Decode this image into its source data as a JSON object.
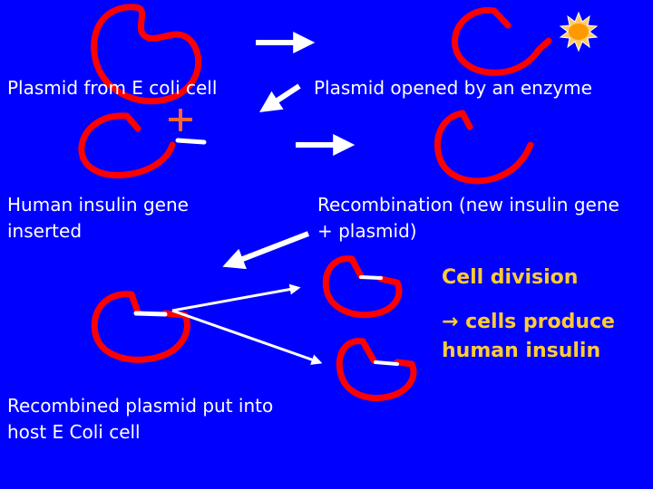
{
  "labels": {
    "plasmid_from_ecoli": "Plasmid from E coli cell",
    "plasmid_opened": "Plasmid opened by an enzyme",
    "insulin_gene_line1": "Human insulin gene",
    "insulin_gene_line2": "inserted",
    "recombination_line1": "Recombination (new insulin gene",
    "recombination_line2": "+ plasmid)",
    "recombined_line1": "Recombined plasmid put into",
    "recombined_line2": "host E Coli cell",
    "cell_division": "Cell division",
    "produce_arrow": "→",
    "produce_line1": " cells produce",
    "produce_line2": "human insulin"
  },
  "colors": {
    "background": "#0000ff",
    "plasmid": "#ff0000",
    "arrow": "#ffffff",
    "gene_plus": "#ff6633",
    "gene_segment": "#ffffff",
    "highlight_text": "#ffcc33",
    "enzyme_fill": "#ff9900",
    "enzyme_rays": "#ffcc66"
  },
  "icons": [
    "plasmid-icon",
    "enzyme-sun-icon",
    "plus-icon",
    "arrow-icon"
  ]
}
